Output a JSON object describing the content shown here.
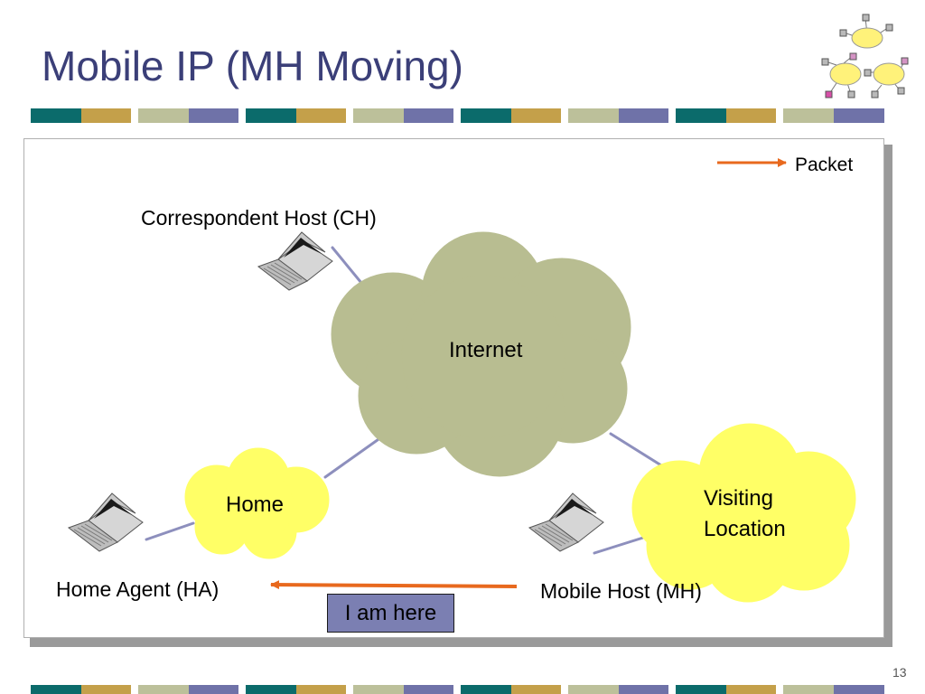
{
  "slide": {
    "title": "Mobile IP (MH Moving)",
    "page_number": "13"
  },
  "legend": {
    "label": "Packet",
    "arrow_color": "#e8691e"
  },
  "nodes": {
    "internet": "Internet",
    "home": "Home",
    "visiting": [
      "Visiting",
      "Location"
    ]
  },
  "hosts": {
    "correspondent": "Correspondent Host (CH)",
    "home_agent": "Home Agent (HA)",
    "mobile": "Mobile Host (MH)"
  },
  "message": {
    "text": "I am here"
  },
  "icons": {
    "laptop": "laptop-icon",
    "logo": "network-clouds-logo"
  },
  "colors": {
    "title": "#3b3f78",
    "internet_cloud": "#b8bd91",
    "yellow_cloud": "#ffff66",
    "link": "#8d8fbd",
    "arrow": "#e8691e",
    "teal": "#0b6b6b",
    "gold": "#c4a04a",
    "sage": "#bcc09a",
    "slate": "#6f72a8"
  }
}
